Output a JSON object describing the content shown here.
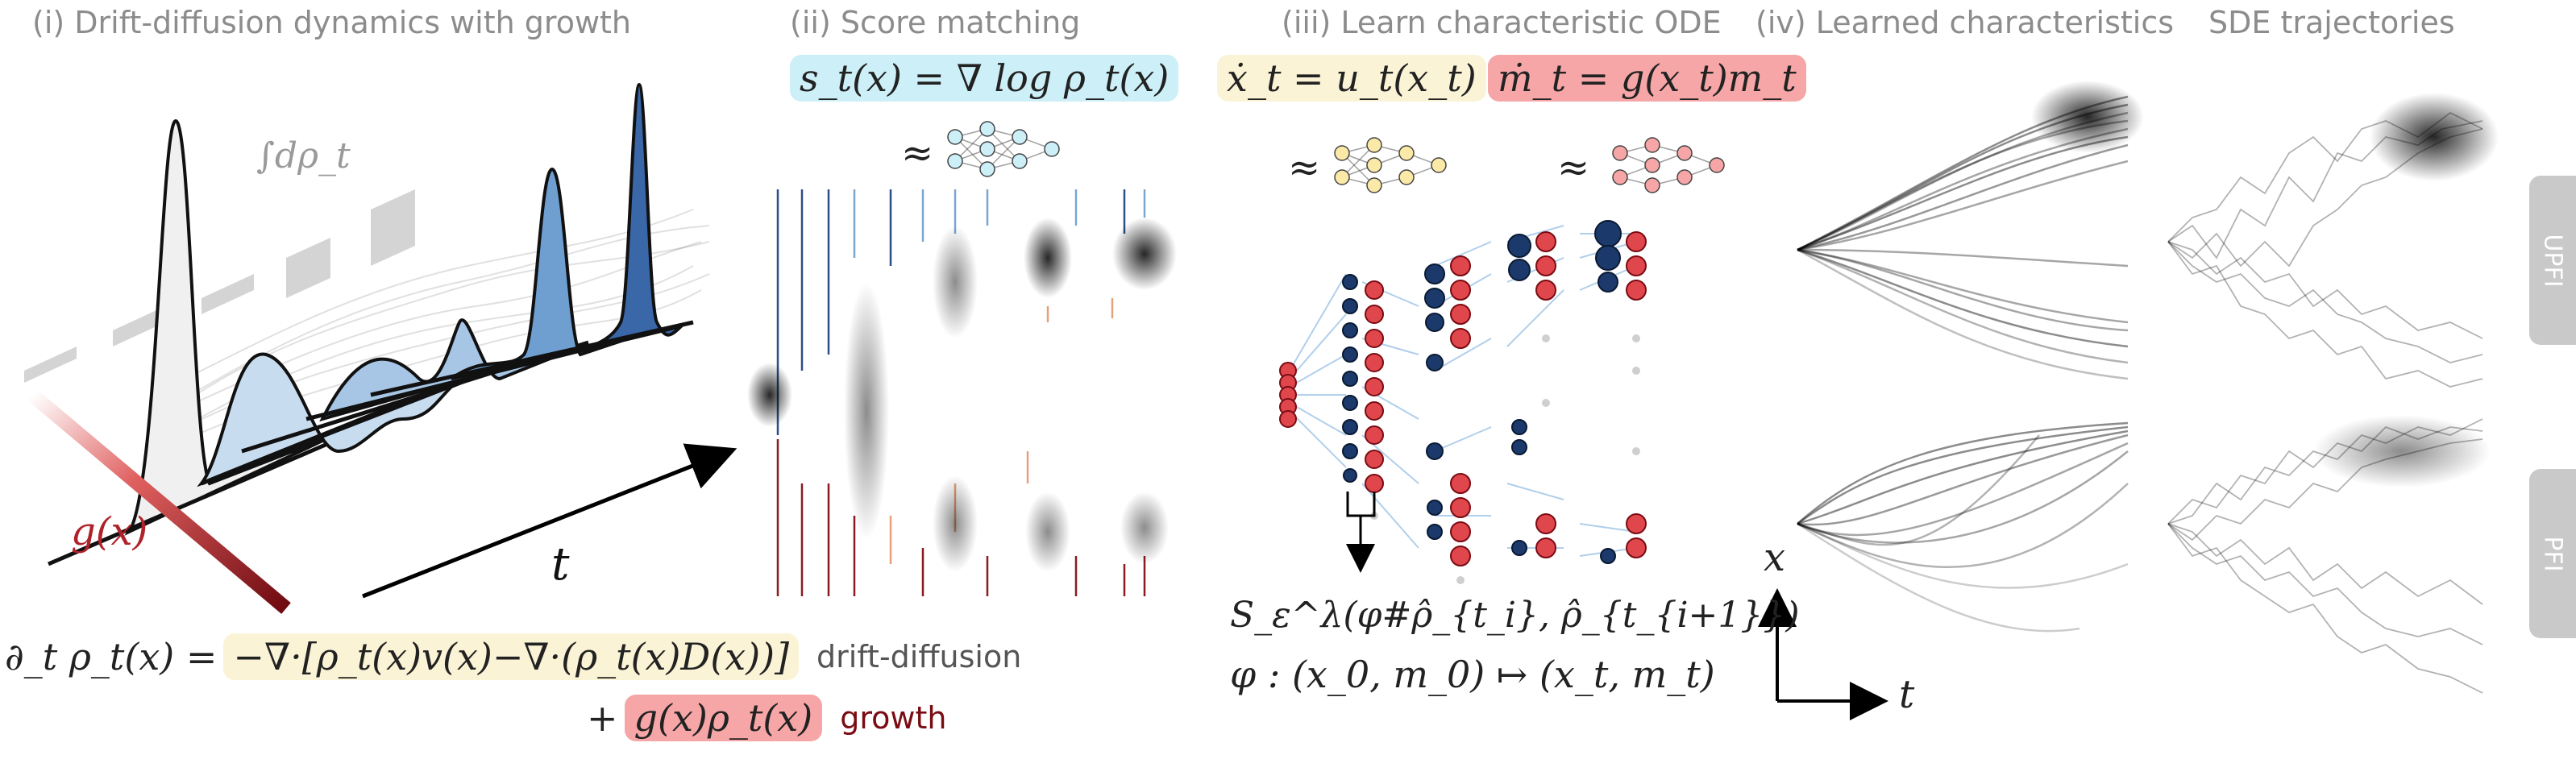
{
  "titles": {
    "p1": "(i) Drift-diffusion dynamics with growth",
    "p2": "(ii) Score matching",
    "p3": "(iii) Learn characteristic ODE",
    "p4": "(iv) Learned characteristics",
    "p5": "SDE trajectories"
  },
  "panel1": {
    "integral_label": "∫dρ_t",
    "growth_fn": "g(x)",
    "axis_t": "t",
    "pde_lhs": "∂_t ρ_t(x) =",
    "pde_drift": "−∇·[ρ_t(x)v(x)−∇·(ρ_t(x)D(x))]",
    "pde_plus": "+",
    "pde_growth": "g(x)ρ_t(x)",
    "label_drift": "drift-diffusion",
    "label_growth": "growth"
  },
  "panel2": {
    "score_eq": "s_t(x) = ∇ log ρ_t(x)",
    "approx": "≈"
  },
  "panel3": {
    "ode_x": "ẋ_t = u_t(x_t)",
    "ode_m": "ṁ_t = g(x_t)m_t",
    "approx": "≈",
    "loss": "S_ε^λ(φ#ρ̂_{t_i}, ρ̂_{t_{i+1}})",
    "map": "φ : (x_0, m_0) ↦ (x_t, m_t)"
  },
  "panel4": {
    "axis_x": "x",
    "axis_t": "t",
    "tag_top": "UPFI",
    "tag_bottom": "PFI"
  },
  "colors": {
    "navy": "#1b3a6b",
    "blue": "#5b8fc4",
    "light_blue": "#a9cbe8",
    "red": "#e0474c",
    "dark_red": "#7a0b12",
    "grey_title": "#8c8c8c",
    "yellow_hl": "#fbf3d5",
    "red_hl": "#f6a6a6",
    "blue_hl": "#cdeff7"
  }
}
